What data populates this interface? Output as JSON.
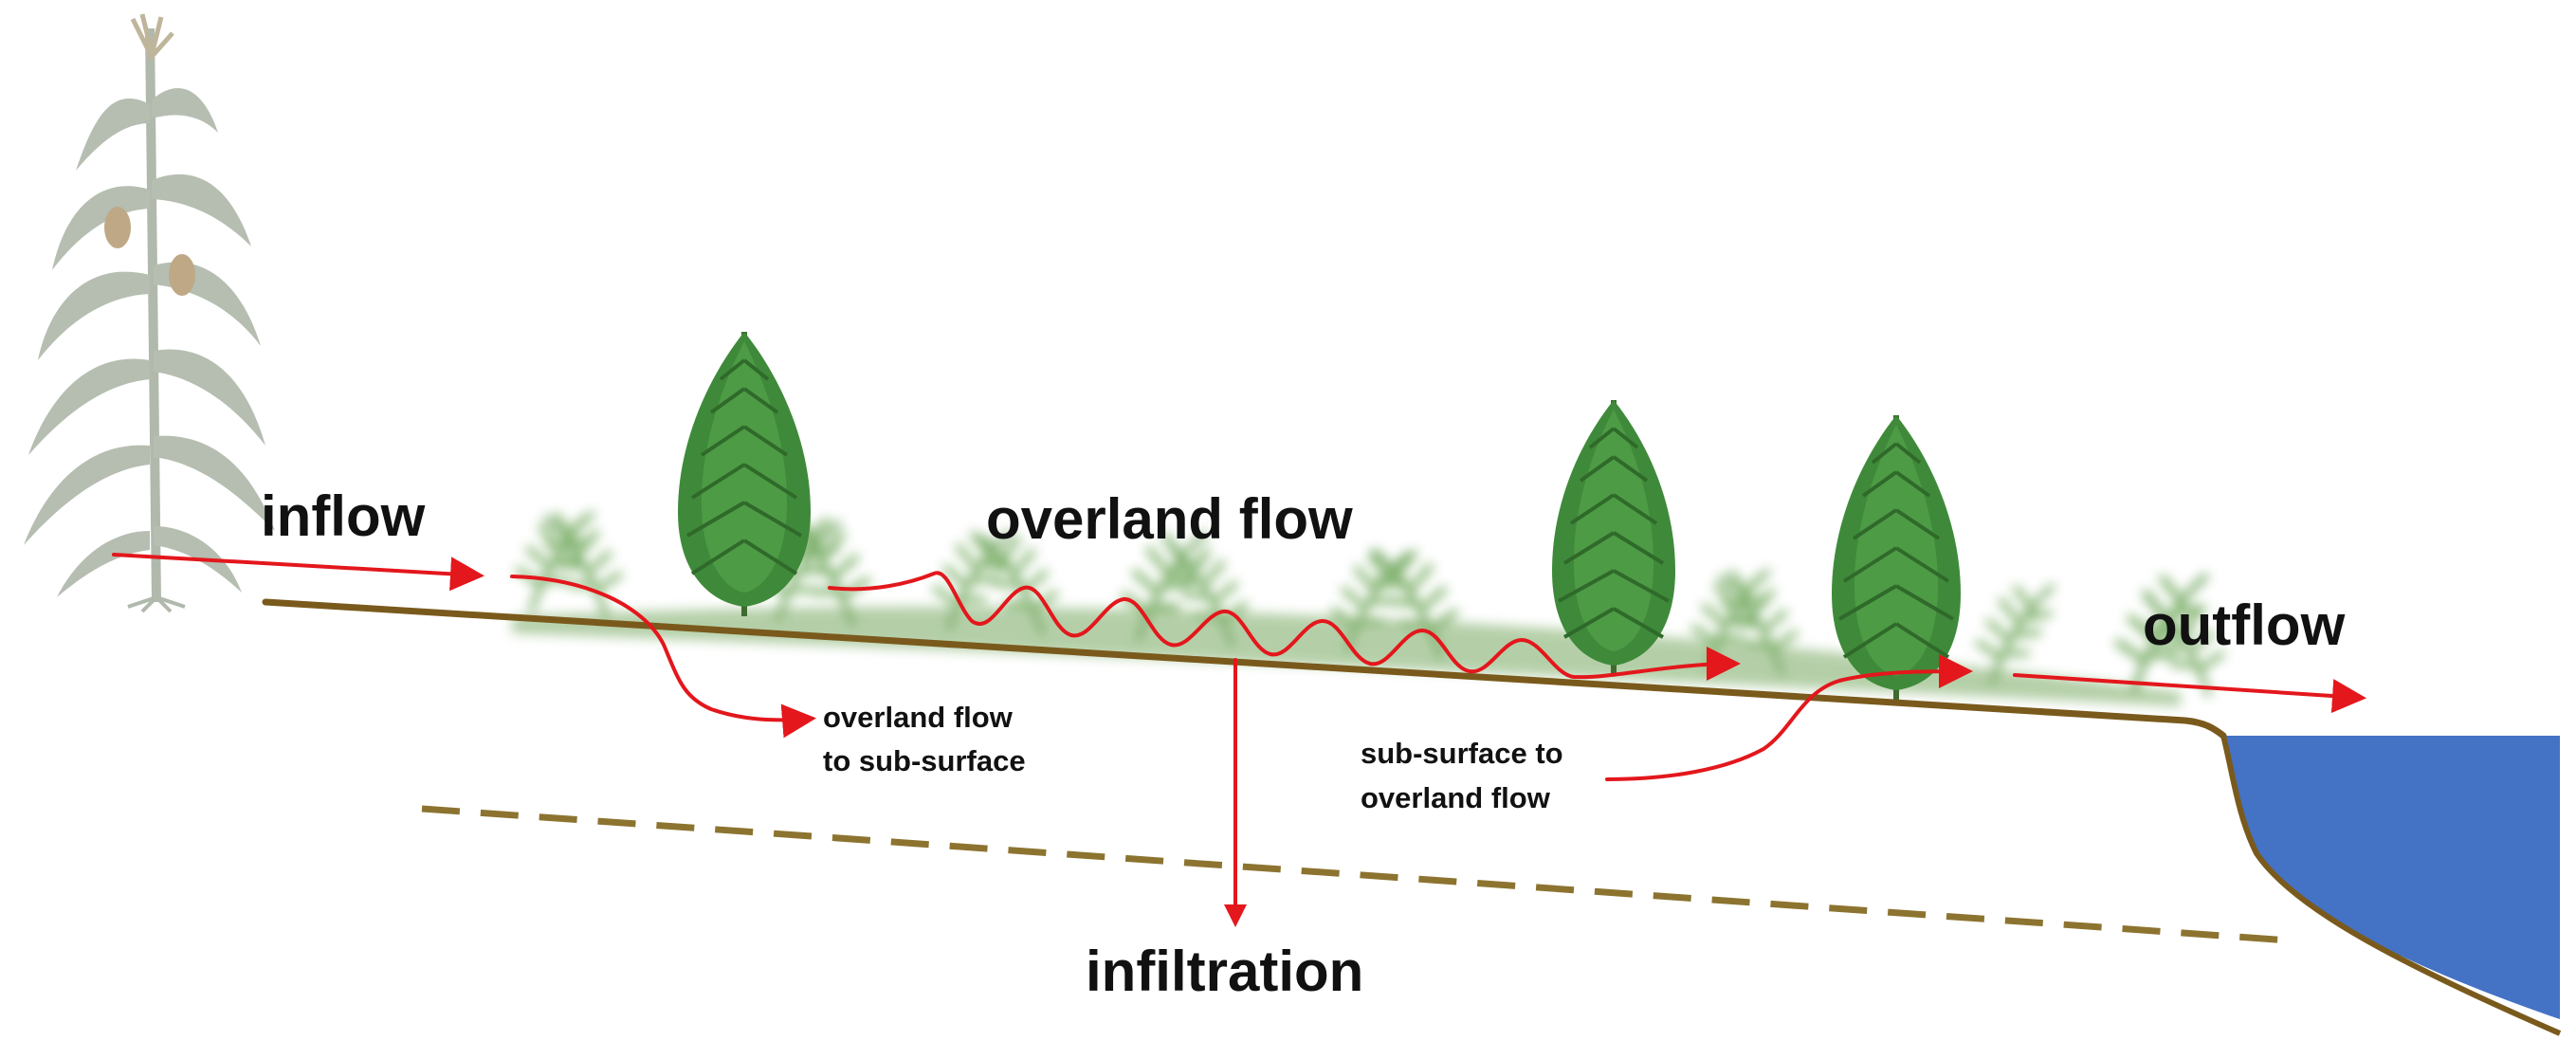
{
  "labels": {
    "inflow": "inflow",
    "overland_flow": "overland flow",
    "outflow": "outflow",
    "infiltration": "infiltration",
    "overland_to_subsurface_line1": "overland flow",
    "overland_to_subsurface_line2": "to sub-surface",
    "subsurface_to_overland_line1": "sub-surface to",
    "subsurface_to_overland_line2": "overland flow"
  },
  "colors": {
    "flow_arrow": "#e3171c",
    "ground_line": "#7a5a1c",
    "subsoil_dashed_line": "#8c7430",
    "water": "#4472c4",
    "tree_foliage": "#3f8a3a",
    "grass": "#74a65e",
    "corn_plant": "#a9b3a4"
  },
  "icons": {
    "corn": "corn-plant-icon",
    "tree": "conifer-tree-icon",
    "water": "water-body-icon"
  }
}
